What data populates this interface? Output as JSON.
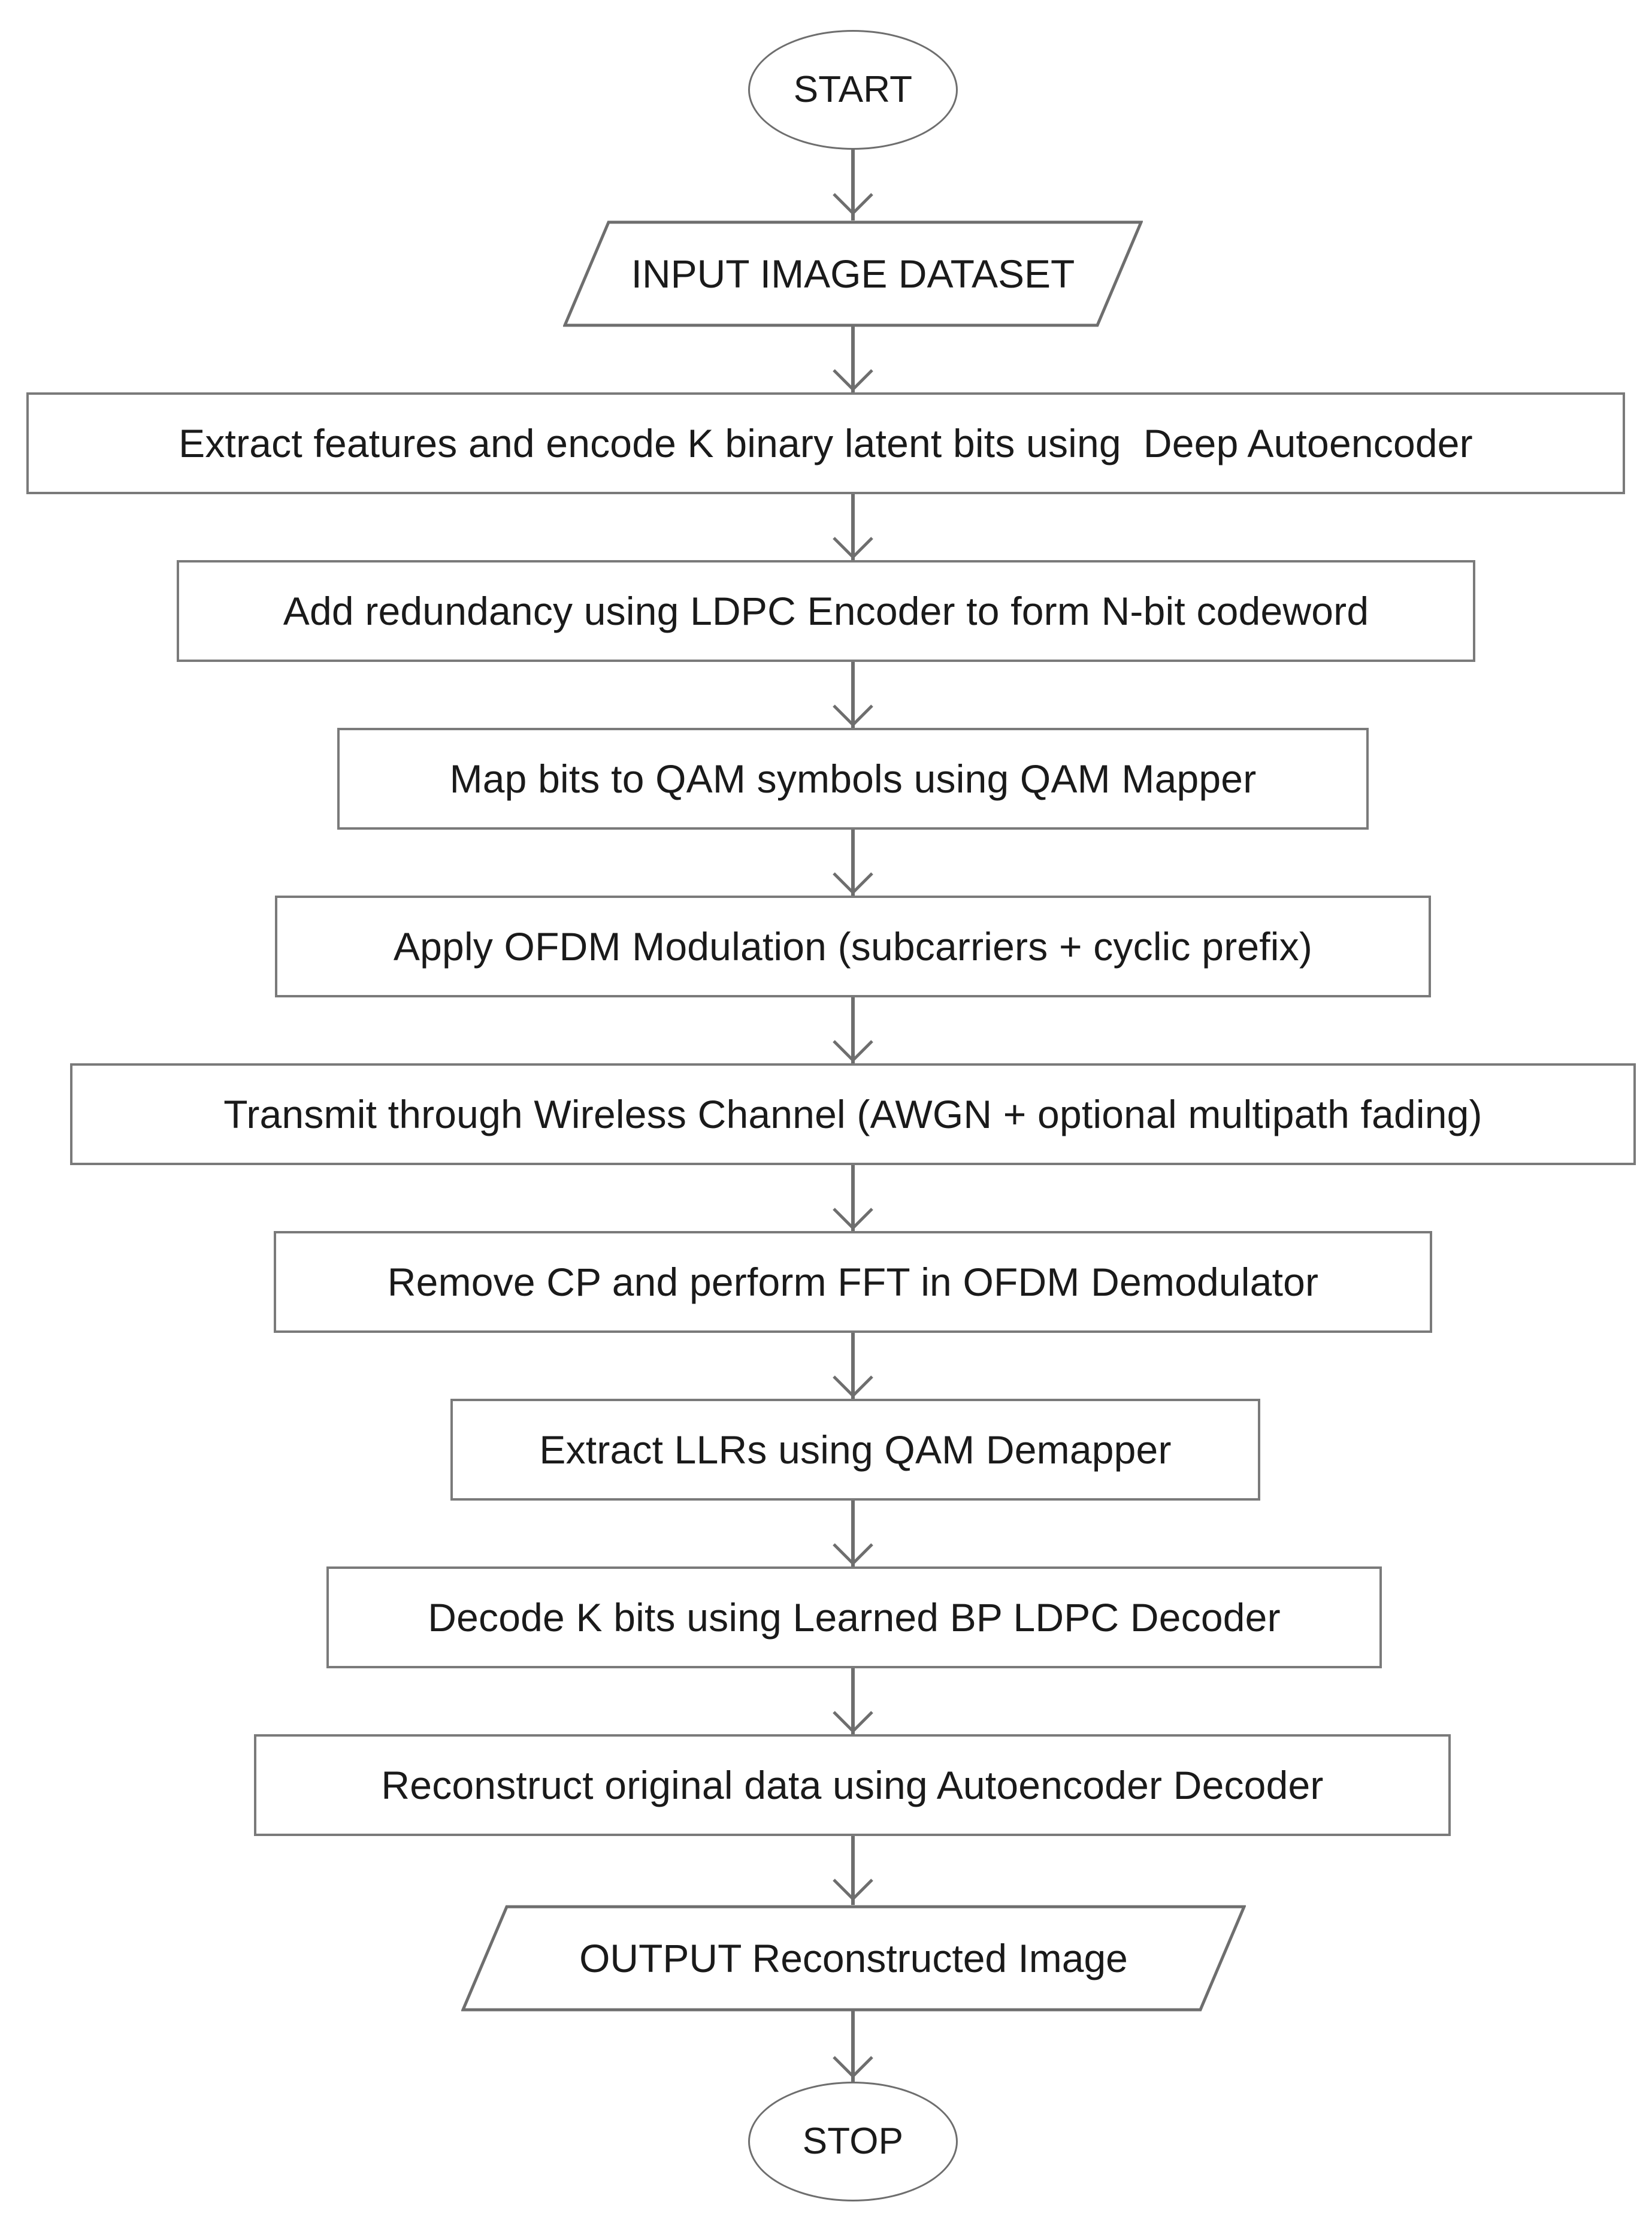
{
  "diagram": {
    "title": "Deep Autoencoder LDPC OFDM Image Transmission Flowchart",
    "orientation": "top-to-bottom",
    "line_color": "#6e6e6e",
    "text_color": "#1a1a1a",
    "background": "#ffffff"
  },
  "nodes": [
    {
      "id": "start",
      "shape": "terminator",
      "label": "START"
    },
    {
      "id": "input",
      "shape": "parallelogram",
      "label": "INPUT IMAGE DATASET"
    },
    {
      "id": "encode",
      "shape": "rectangle",
      "label": "Extract features and encode K binary latent bits using  Deep Autoencoder"
    },
    {
      "id": "ldpc_encode",
      "shape": "rectangle",
      "label": "Add redundancy using LDPC Encoder to form N-bit codeword"
    },
    {
      "id": "qam_map",
      "shape": "rectangle",
      "label": "Map bits to QAM symbols using QAM Mapper"
    },
    {
      "id": "ofdm_mod",
      "shape": "rectangle",
      "label": "Apply OFDM Modulation (subcarriers + cyclic prefix)"
    },
    {
      "id": "channel",
      "shape": "rectangle",
      "label": "Transmit through Wireless Channel (AWGN + optional multipath fading)"
    },
    {
      "id": "ofdm_demod",
      "shape": "rectangle",
      "label": "Remove CP and perform FFT in OFDM Demodulator"
    },
    {
      "id": "qam_demap",
      "shape": "rectangle",
      "label": "Extract LLRs using QAM Demapper"
    },
    {
      "id": "ldpc_decode",
      "shape": "rectangle",
      "label": "Decode K bits using Learned BP LDPC Decoder"
    },
    {
      "id": "reconstruct",
      "shape": "rectangle",
      "label": "Reconstruct original data using Autoencoder Decoder"
    },
    {
      "id": "output",
      "shape": "parallelogram",
      "label": "OUTPUT Reconstructed Image"
    },
    {
      "id": "stop",
      "shape": "terminator",
      "label": "STOP"
    }
  ],
  "edges": [
    {
      "from": "start",
      "to": "input",
      "arrow": "chevron-down"
    },
    {
      "from": "input",
      "to": "encode",
      "arrow": "chevron-down"
    },
    {
      "from": "encode",
      "to": "ldpc_encode",
      "arrow": "chevron-down"
    },
    {
      "from": "ldpc_encode",
      "to": "qam_map",
      "arrow": "chevron-down"
    },
    {
      "from": "qam_map",
      "to": "ofdm_mod",
      "arrow": "chevron-down"
    },
    {
      "from": "ofdm_mod",
      "to": "channel",
      "arrow": "chevron-down"
    },
    {
      "from": "channel",
      "to": "ofdm_demod",
      "arrow": "chevron-down"
    },
    {
      "from": "ofdm_demod",
      "to": "qam_demap",
      "arrow": "chevron-down"
    },
    {
      "from": "qam_demap",
      "to": "ldpc_decode",
      "arrow": "chevron-down"
    },
    {
      "from": "ldpc_decode",
      "to": "reconstruct",
      "arrow": "chevron-down"
    },
    {
      "from": "reconstruct",
      "to": "output",
      "arrow": "chevron-down"
    },
    {
      "from": "output",
      "to": "stop",
      "arrow": "chevron-down"
    }
  ]
}
